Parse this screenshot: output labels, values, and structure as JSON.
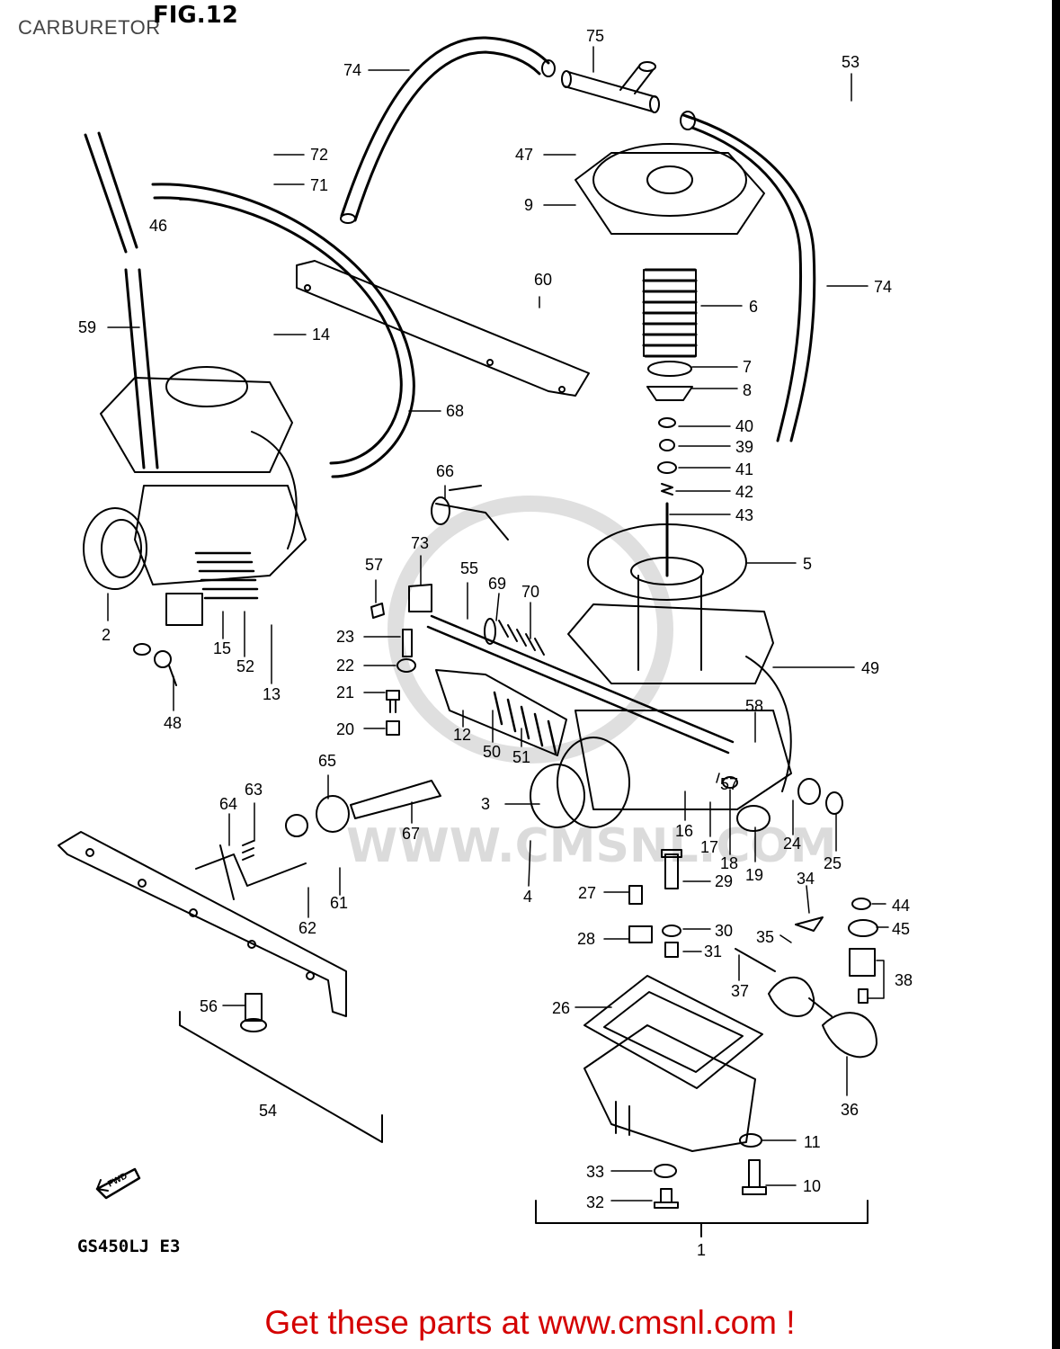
{
  "title": "CARBURETOR",
  "figure_label": "FIG.12",
  "model_code": "GS450LJ E3",
  "direction_label": "FWD",
  "watermark": "WWW.CMSNL.COM",
  "cta_text": "Get these parts at www.cmsnl.com !",
  "colors": {
    "cta": "#d40000",
    "ink": "#000000",
    "watermark": "#d8d8d8"
  },
  "callouts": {
    "n1": "1",
    "n2": "2",
    "n3": "3",
    "n4": "4",
    "n5": "5",
    "n6": "6",
    "n7": "7",
    "n8": "8",
    "n9": "9",
    "n10": "10",
    "n11": "11",
    "n12": "12",
    "n13": "13",
    "n14": "14",
    "n15": "15",
    "n16": "16",
    "n17": "17",
    "n18": "18",
    "n19": "19",
    "n20": "20",
    "n21": "21",
    "n22": "22",
    "n23": "23",
    "n24": "24",
    "n25": "25",
    "n26": "26",
    "n27": "27",
    "n28": "28",
    "n29": "29",
    "n30": "30",
    "n31": "31",
    "n32": "32",
    "n33": "33",
    "n34": "34",
    "n35": "35",
    "n36": "36",
    "n37": "37",
    "n38": "38",
    "n39": "39",
    "n40": "40",
    "n41": "41",
    "n42": "42",
    "n43": "43",
    "n44": "44",
    "n45": "45",
    "n46": "46",
    "n47": "47",
    "n48": "48",
    "n49": "49",
    "n50": "50",
    "n51": "51",
    "n52": "52",
    "n53": "53",
    "n54": "54",
    "n55": "55",
    "n56": "56",
    "n57": "57",
    "n57b": "57",
    "n58": "58",
    "n59": "59",
    "n60": "60",
    "n61": "61",
    "n62": "62",
    "n63": "63",
    "n64": "64",
    "n65": "65",
    "n66": "66",
    "n67": "67",
    "n68": "68",
    "n69": "69",
    "n70": "70",
    "n71": "71",
    "n72": "72",
    "n73": "73",
    "n74": "74",
    "n74b": "74",
    "n75": "75"
  }
}
